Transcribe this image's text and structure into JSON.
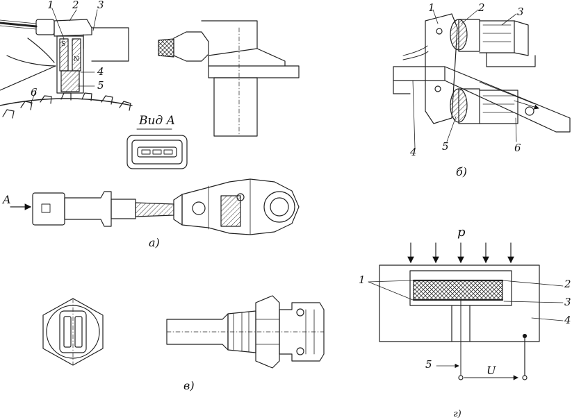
{
  "panel_a": {
    "view_label": "Вид A",
    "arrow_label": "A",
    "caption": "а)",
    "callouts": [
      "1",
      "2",
      "3",
      "4",
      "5",
      "6"
    ],
    "magnet_s": "S",
    "magnet_n": "N"
  },
  "panel_b": {
    "caption": "б)",
    "callouts": [
      "1",
      "2",
      "3",
      "4",
      "5",
      "6"
    ]
  },
  "panel_v": {
    "caption": "в)"
  },
  "panel_g": {
    "pressure_label": "p",
    "voltage_label": "U",
    "caption": "г)",
    "callouts": [
      "1",
      "2",
      "3",
      "4",
      "5"
    ]
  }
}
